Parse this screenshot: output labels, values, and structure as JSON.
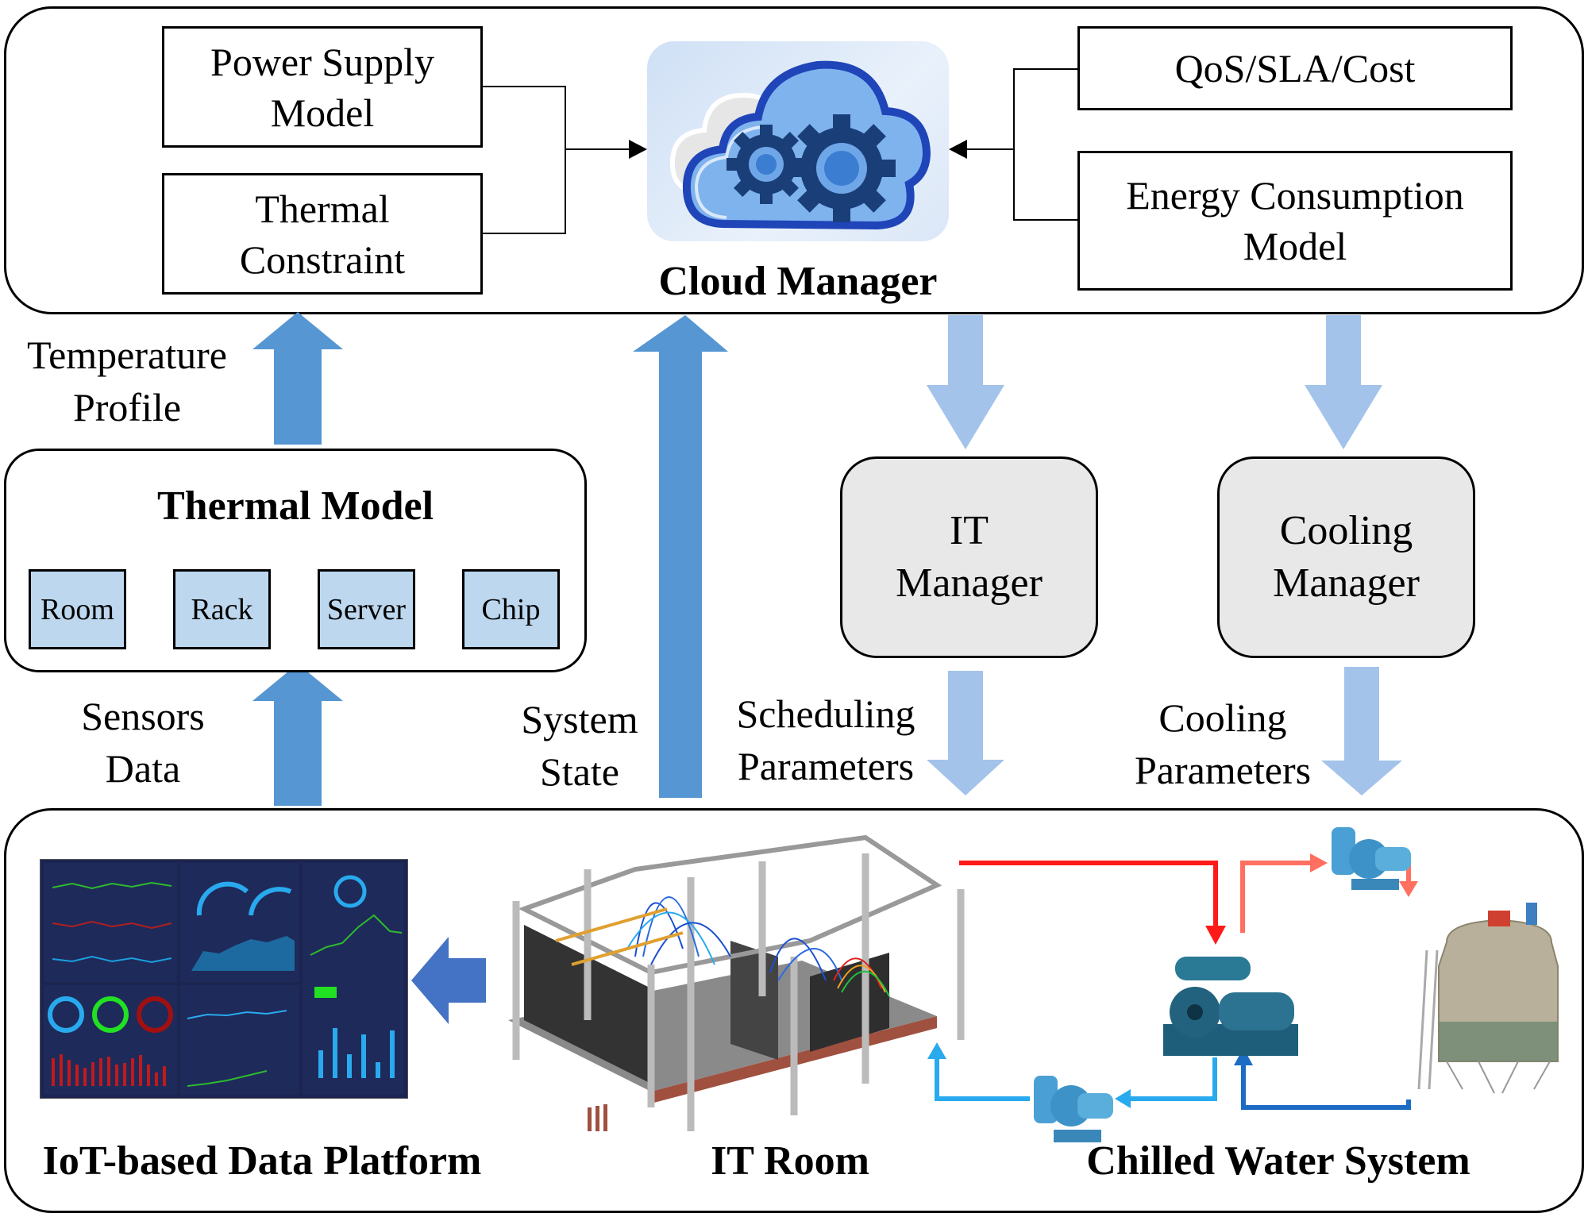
{
  "cloud_layer": {
    "title": "Cloud Manager",
    "inputs_left": [
      "Power Supply Model",
      "Thermal Constraint"
    ],
    "inputs_right": [
      "QoS/SLA/Cost",
      "Energy Consumption Model"
    ],
    "icon": "cloud-gears-icon"
  },
  "thermal_model": {
    "title": "Thermal Model",
    "levels": [
      "Room",
      "Rack",
      "Server",
      "Chip"
    ]
  },
  "managers": {
    "it": "IT Manager",
    "cooling": "Cooling Manager"
  },
  "flows": {
    "temperature_profile": "Temperature Profile",
    "sensors_data": "Sensors Data",
    "system_state": "System State",
    "scheduling_parameters": "Scheduling Parameters",
    "cooling_parameters": "Cooling Parameters"
  },
  "physical_layer": {
    "iot_platform": "IoT-based Data Platform",
    "it_room": "IT Room",
    "chilled_water": "Chilled Water System"
  },
  "colors": {
    "up_arrow": "#5596d3",
    "down_arrow": "#a3c3ea",
    "left_arrow": "#4472c4",
    "submodel_fill": "#bdd7ee",
    "manager_fill": "#e8e8e8",
    "hot_water": "#ff1a1a",
    "warm_water": "#ff7060",
    "chilled_water": "#29aaee",
    "return_water": "#1c6cc4",
    "dashboard_bg": "#1b2550"
  }
}
